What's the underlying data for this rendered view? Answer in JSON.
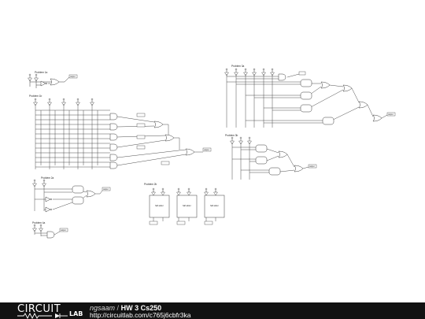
{
  "circuit": {
    "problems": [
      {
        "id": "p1a",
        "title": "Problem 1a"
      },
      {
        "id": "p1b",
        "title": "Problem 1b"
      },
      {
        "id": "p2a",
        "title": "Problem 2a"
      },
      {
        "id": "p2b",
        "title": "Problem 2b"
      },
      {
        "id": "p3a",
        "title": "Problem 3a"
      },
      {
        "id": "p3b",
        "title": "Problem 3b"
      },
      {
        "id": "p4a",
        "title": "Problem 4a"
      }
    ],
    "half_adder_label": "half adder",
    "probe_label": "output"
  },
  "footer": {
    "logo_text": "CIRCUIT",
    "logo_lab": "LAB",
    "author": "ngsaam",
    "separator": "/",
    "title": "HW 3 Cs250",
    "url": "http://circuitlab.com/c765j6cbfr3ka"
  },
  "colors": {
    "wire": "#3a3a3a",
    "footer_bg": "#121212",
    "footer_text": "#ffffff"
  }
}
